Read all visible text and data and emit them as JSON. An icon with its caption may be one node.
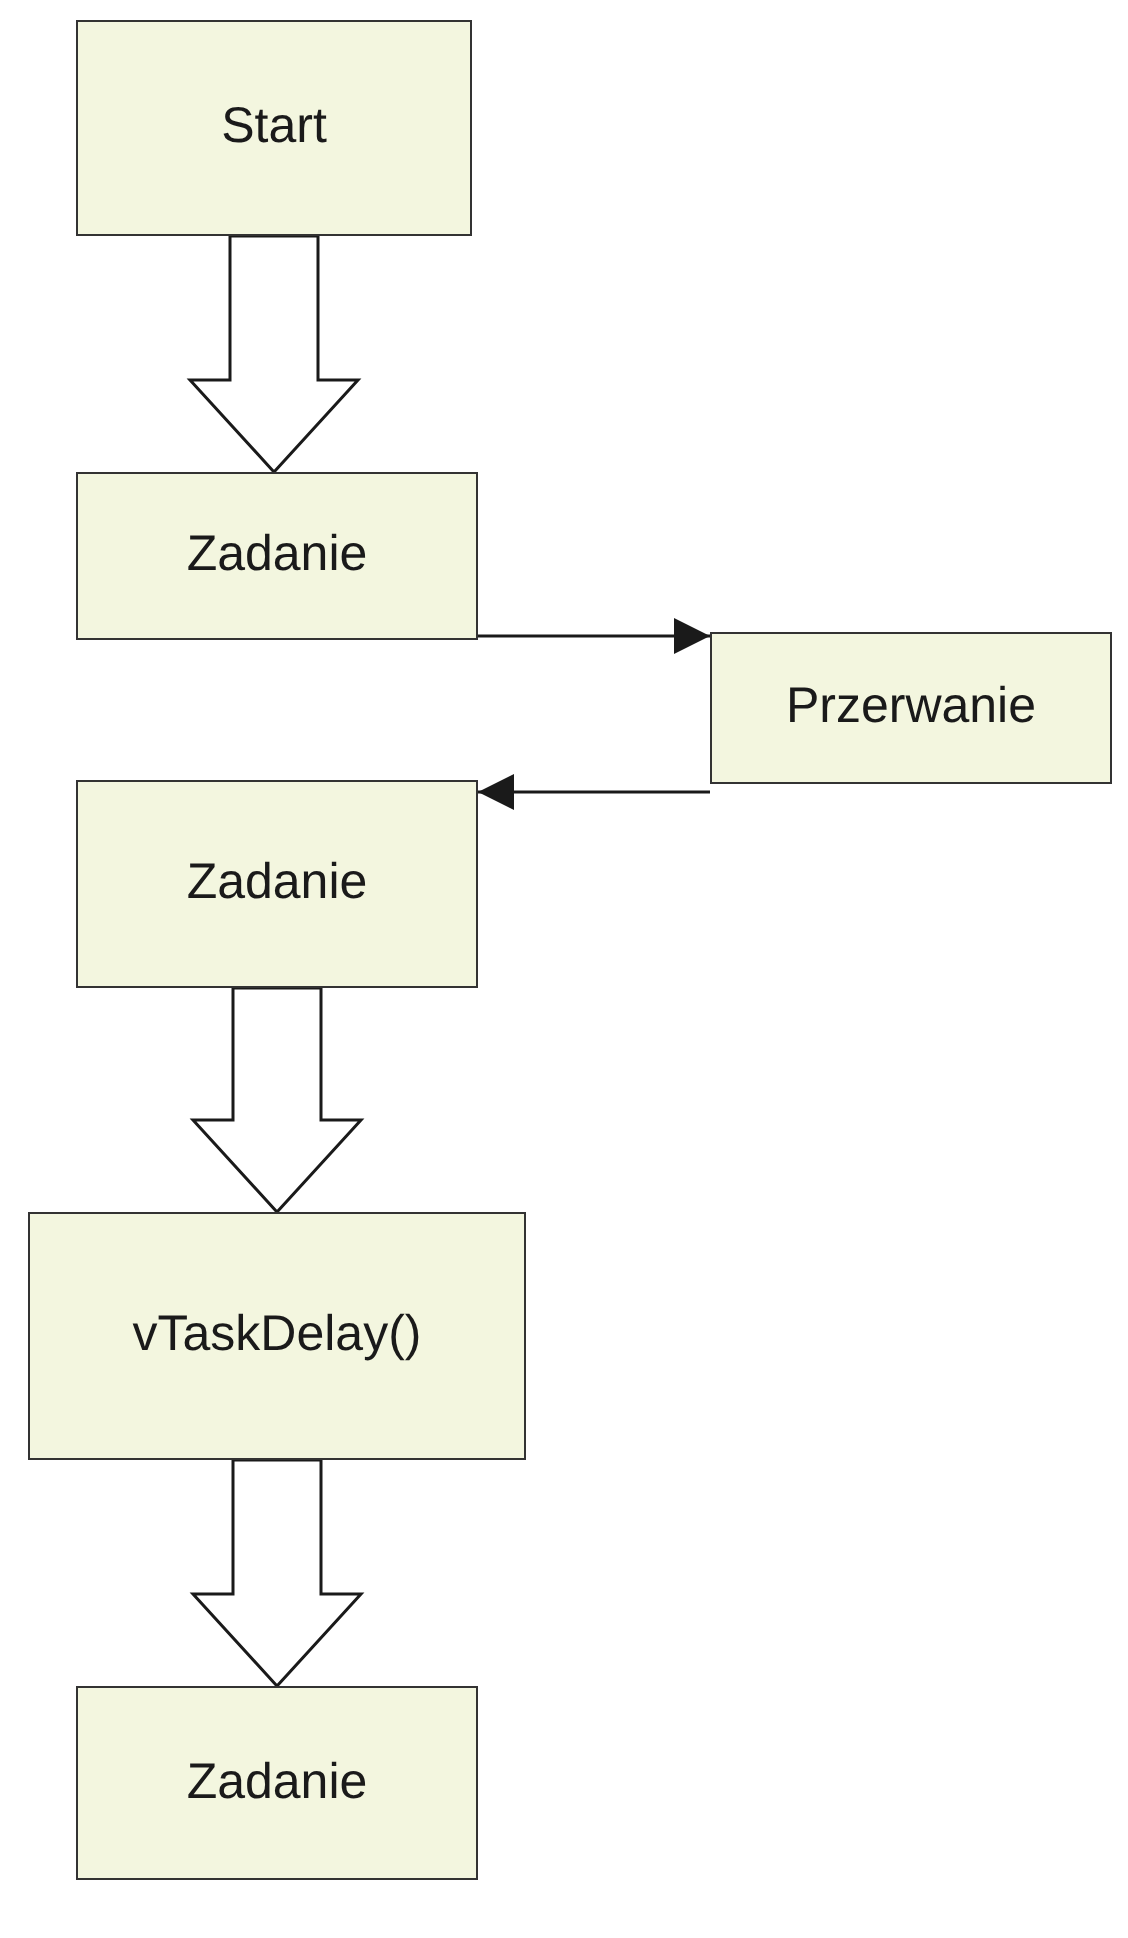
{
  "diagram": {
    "nodes": [
      {
        "text": [
          "Start"
        ]
      },
      {
        "text": [
          "Zadanie"
        ]
      },
      {
        "text": [
          "Przerwanie"
        ]
      },
      {
        "text": [
          "Zadanie"
        ]
      },
      {
        "text": [
          "vTaskDelay()"
        ]
      },
      {
        "text": [
          "Zadanie"
        ]
      }
    ],
    "edges": [
      {
        "from": 0,
        "to": 1,
        "arrow": "to",
        "style": "thick"
      },
      {
        "from": 1,
        "to": 2,
        "arrow": "to"
      },
      {
        "from": 2,
        "to": 3,
        "arrow": "to"
      },
      {
        "from": 3,
        "to": 4,
        "arrow": "to",
        "style": "thick"
      },
      {
        "from": 4,
        "to": 5,
        "arrow": "to",
        "style": "thick"
      }
    ]
  }
}
